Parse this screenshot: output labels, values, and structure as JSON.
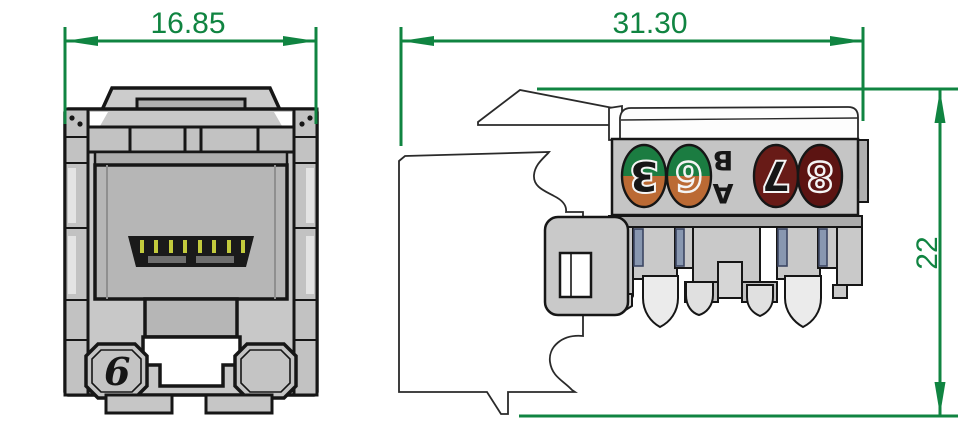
{
  "drawing": {
    "type": "technical-dimensional-drawing",
    "subject": "RJ45 keystone jack, front view and side view",
    "dimensions": {
      "front_width": "16.85",
      "side_length": "31.30",
      "side_height": "22"
    },
    "front_view": {
      "name": "front-view",
      "category_marking": "6",
      "pin_count": 8
    },
    "side_view": {
      "name": "side-view",
      "label_numbers": [
        "3",
        "6",
        "7",
        "8"
      ],
      "label_letters": [
        "B",
        "A"
      ],
      "label_orientation": "rotated-180"
    },
    "colors": {
      "dimension_green": "#108441",
      "outline_black": "#161616",
      "body_gray": "#c8c8c8",
      "recess_gray": "#b6b6b6",
      "label_strip_gray": "#c5c5c5",
      "pair_green": "#1b7c41",
      "pair_orange": "#bb6a34",
      "maroon_7": "#681b17",
      "maroon_8": "#5c1412",
      "pin_gold": "#c3cb3d",
      "idc_slot_blue": "#8897b0",
      "contact_white": "#ebebeb"
    }
  }
}
